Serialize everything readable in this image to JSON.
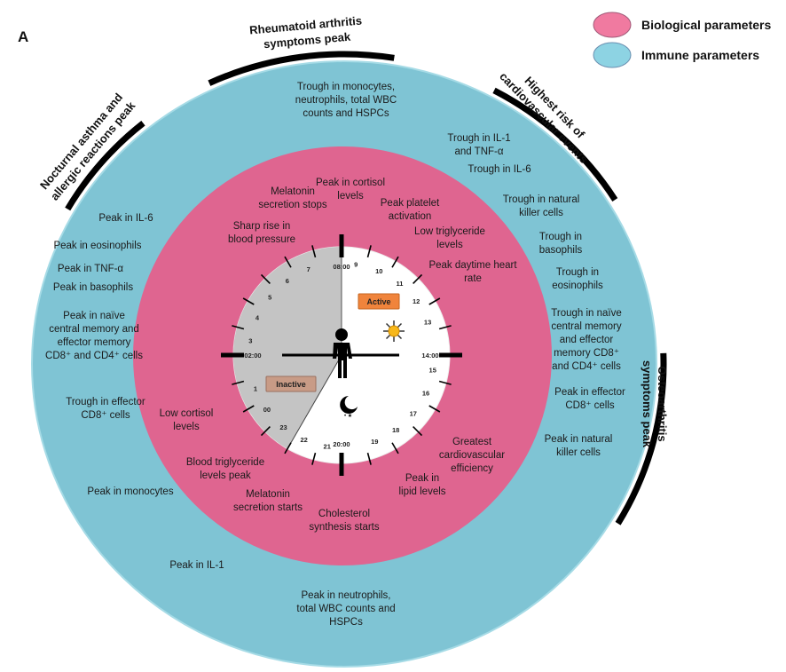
{
  "panel_label": "A",
  "legend": [
    {
      "label": "Biological parameters",
      "color": "#f07aa0"
    },
    {
      "label": "Immune parameters",
      "color": "#8dd3e3"
    }
  ],
  "colors": {
    "immune_ring": "#7fc4d4",
    "biological_ring": "#df6590",
    "inactive": "#c4c4c4",
    "active_badge": "#f0843c",
    "inactive_badge": "#c89b86"
  },
  "disease_labels": [
    {
      "lines": [
        "Rheumatoid arthritis",
        "symptoms peak"
      ]
    },
    {
      "lines": [
        "Highest risk of",
        "cardiovascular events"
      ]
    },
    {
      "lines": [
        "Osteoarthritis",
        "symptoms peak"
      ]
    },
    {
      "lines": [
        "Nocturnal asthma and",
        "allergic reactions peak"
      ]
    }
  ],
  "immune_labels": [
    {
      "lines": [
        "Trough in monocytes,",
        "neutrophils, total WBC",
        "counts and HSPCs"
      ]
    },
    {
      "lines": [
        "Trough in IL-1",
        "and TNF-α"
      ]
    },
    {
      "lines": [
        "Trough in IL-6"
      ]
    },
    {
      "lines": [
        "Trough in natural",
        "killer cells"
      ]
    },
    {
      "lines": [
        "Trough in",
        "basophils"
      ]
    },
    {
      "lines": [
        "Trough in",
        "eosinophils"
      ]
    },
    {
      "lines": [
        "Trough in naïve",
        "central memory",
        "and effector",
        "memory CD8⁺",
        "and CD4⁺ cells"
      ]
    },
    {
      "lines": [
        "Peak in effector",
        "CD8⁺ cells"
      ]
    },
    {
      "lines": [
        "Peak in natural",
        "killer cells"
      ]
    },
    {
      "lines": [
        "Peak in neutrophils,",
        "total WBC counts and",
        "HSPCs"
      ]
    },
    {
      "lines": [
        "Peak in IL-1"
      ]
    },
    {
      "lines": [
        "Peak in monocytes"
      ]
    },
    {
      "lines": [
        "Trough in effector",
        "CD8⁺ cells"
      ]
    },
    {
      "lines": [
        "Peak in naïve",
        "central memory and",
        "effector memory",
        "CD8⁺ and CD4⁺ cells"
      ]
    },
    {
      "lines": [
        "Peak in basophils"
      ]
    },
    {
      "lines": [
        "Peak in TNF-α"
      ]
    },
    {
      "lines": [
        "Peak in eosinophils"
      ]
    },
    {
      "lines": [
        "Peak in IL-6"
      ]
    }
  ],
  "biological_labels": [
    {
      "lines": [
        "Peak in cortisol",
        "levels"
      ]
    },
    {
      "lines": [
        "Melatonin",
        "secretion stops"
      ]
    },
    {
      "lines": [
        "Peak platelet",
        "activation"
      ]
    },
    {
      "lines": [
        "Low triglyceride",
        "levels"
      ]
    },
    {
      "lines": [
        "Peak daytime heart",
        "rate"
      ]
    },
    {
      "lines": [
        "Sharp rise in",
        "blood pressure"
      ]
    },
    {
      "lines": [
        "Low cortisol",
        "levels"
      ]
    },
    {
      "lines": [
        "Greatest",
        "cardiovascular",
        "efficiency"
      ]
    },
    {
      "lines": [
        "Peak in",
        "lipid levels"
      ]
    },
    {
      "lines": [
        "Blood triglyceride",
        "levels peak"
      ]
    },
    {
      "lines": [
        "Melatonin",
        "secretion starts"
      ]
    },
    {
      "lines": [
        "Cholesterol",
        "synthesis starts"
      ]
    }
  ],
  "clock": {
    "hours": [
      "08:00",
      "9",
      "10",
      "11",
      "12",
      "13",
      "14:00",
      "15",
      "16",
      "17",
      "18",
      "19",
      "20:00",
      "21",
      "22",
      "23",
      "00",
      "1",
      "02:00",
      "3",
      "4",
      "5",
      "6",
      "7"
    ],
    "active_label": "Active",
    "inactive_label": "Inactive",
    "inactive_start_hour": 22,
    "inactive_end_hour": 8
  }
}
